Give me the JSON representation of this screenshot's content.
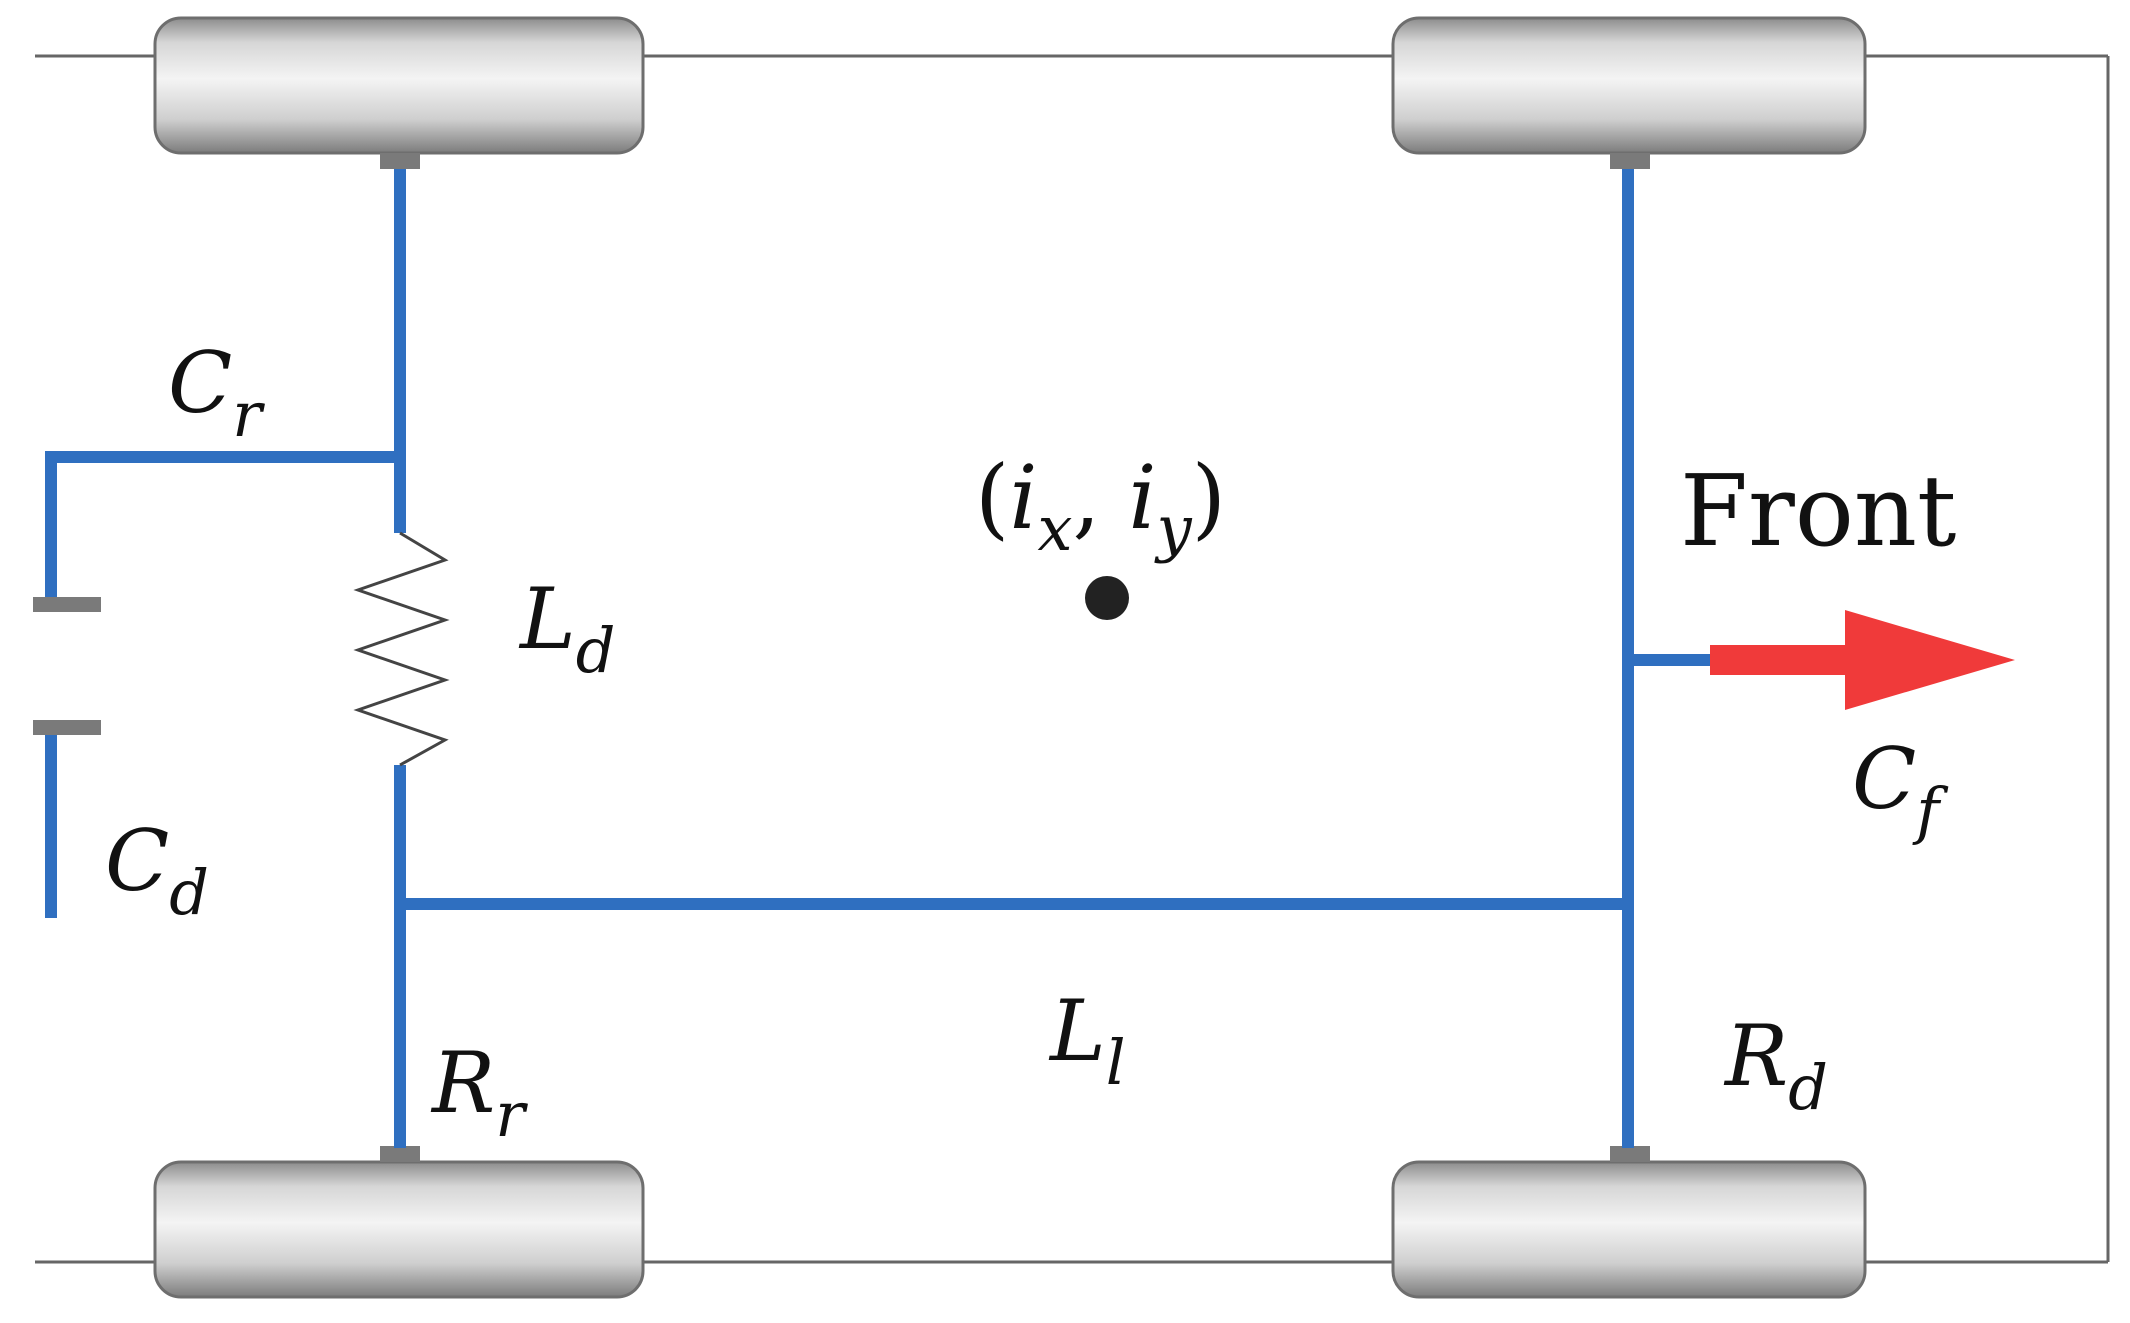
{
  "labels": {
    "cr": {
      "main": "C",
      "sub": "r"
    },
    "ld": {
      "main": "L",
      "sub": "d"
    },
    "cd": {
      "main": "C",
      "sub": "d"
    },
    "rr": {
      "main": "R",
      "sub": "r"
    },
    "ll": {
      "main": "L",
      "sub": "l"
    },
    "rd": {
      "main": "R",
      "sub": "d"
    },
    "cf": {
      "main": "C",
      "sub": "f"
    },
    "point": {
      "open": "(",
      "i1": "i",
      "s1": "x",
      "comma": ", ",
      "i2": "i",
      "s2": "y",
      "close": ")"
    },
    "front": "Front"
  },
  "colors": {
    "beam": "#2f6fc0",
    "arrow": "#f03a3a",
    "frame": "#666666",
    "wheel": "#c8c8c8",
    "dot": "#222222",
    "mount": "#7a7a7a"
  }
}
